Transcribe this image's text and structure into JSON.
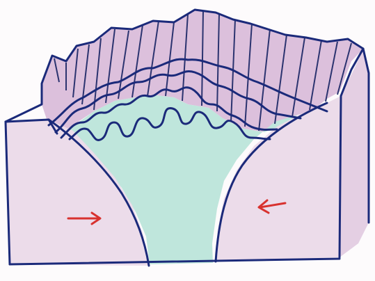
{
  "diagram": {
    "colors": {
      "paper": "#fdfbfc",
      "outline": "#1b2a7a",
      "hatch": "#2b336f",
      "wall_pink": "#dcc0dc",
      "face_pink": "#ecdcea",
      "core_mint": "#bfe6dc",
      "arrow_red": "#d8322f"
    },
    "arrows": [
      {
        "id": "left",
        "direction": "right"
      },
      {
        "id": "right",
        "direction": "left"
      }
    ],
    "fold_layers": 4
  }
}
